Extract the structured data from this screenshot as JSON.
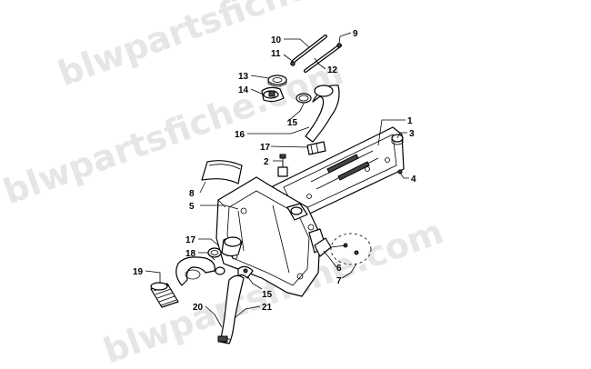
{
  "watermark": {
    "text": "blwpartsfiche.com"
  },
  "callouts": [
    {
      "id": "c1",
      "label": "1"
    },
    {
      "id": "c2",
      "label": "2"
    },
    {
      "id": "c3",
      "label": "3"
    },
    {
      "id": "c4",
      "label": "4"
    },
    {
      "id": "c5",
      "label": "5"
    },
    {
      "id": "c6",
      "label": "6"
    },
    {
      "id": "c7",
      "label": "7"
    },
    {
      "id": "c8",
      "label": "8"
    },
    {
      "id": "c9",
      "label": "9"
    },
    {
      "id": "c10",
      "label": "10"
    },
    {
      "id": "c11",
      "label": "11"
    },
    {
      "id": "c12",
      "label": "12"
    },
    {
      "id": "c13",
      "label": "13"
    },
    {
      "id": "c14",
      "label": "14"
    },
    {
      "id": "c15a",
      "label": "15"
    },
    {
      "id": "c15b",
      "label": "15"
    },
    {
      "id": "c16",
      "label": "16"
    },
    {
      "id": "c17a",
      "label": "17"
    },
    {
      "id": "c17b",
      "label": "17"
    },
    {
      "id": "c18",
      "label": "18"
    },
    {
      "id": "c19",
      "label": "19"
    },
    {
      "id": "c20",
      "label": "20"
    },
    {
      "id": "c21",
      "label": "21"
    }
  ]
}
